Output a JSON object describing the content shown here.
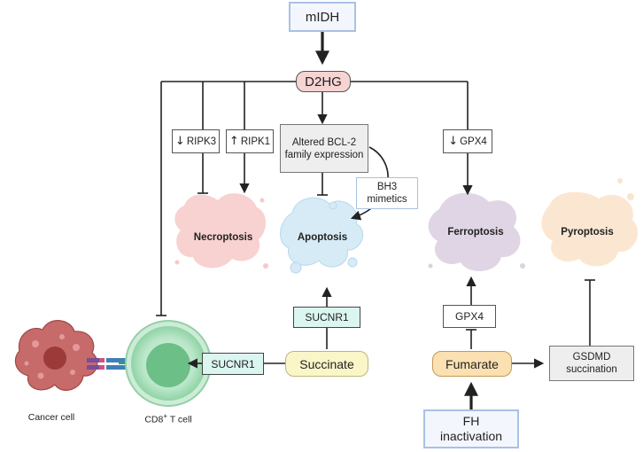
{
  "nodes": {
    "midh": "mIDH",
    "d2hg": "D2HG",
    "ripk3": "RIPK3",
    "ripk1": "RIPK1",
    "altered_bcl2": "Altered BCL-2 family expression",
    "bh3_mimetics": "BH3 mimetics",
    "gpx4_top": "GPX4",
    "sucnr1_upper": "SUCNR1",
    "succinate": "Succinate",
    "sucnr1_tcell": "SUCNR1",
    "gpx4_mid": "GPX4",
    "fumarate": "Fumarate",
    "gsdmd": "GSDMD succination",
    "fh_inactivation": "FH inactivation"
  },
  "arrows": {
    "ripk3": "↓",
    "ripk1": "↑",
    "gpx4_top": "↓"
  },
  "cell_death": {
    "necroptosis": "Necroptosis",
    "apoptosis": "Apoptosis",
    "ferroptosis": "Ferroptosis",
    "pyroptosis": "Pyroptosis"
  },
  "cells": {
    "cancer_cell": "Cancer cell",
    "cd8_t_cell_main": "CD8",
    "cd8_t_cell_sup": "+",
    "cd8_t_cell_rest": " T cell"
  },
  "colors": {
    "necroptosis": "#f7c9c9",
    "apoptosis": "#d6ebf6",
    "ferroptosis": "#ddd0e2",
    "pyroptosis": "#fbe4cc",
    "d2hg_fill": "#f5d4d2",
    "succinate_fill": "#fbf6c8",
    "fumarate_fill": "#fbe0b2",
    "teal_fill": "#dbf5f0",
    "tcell_fill": "#8fd3a5",
    "cancer_fill": "#c76a6a"
  }
}
